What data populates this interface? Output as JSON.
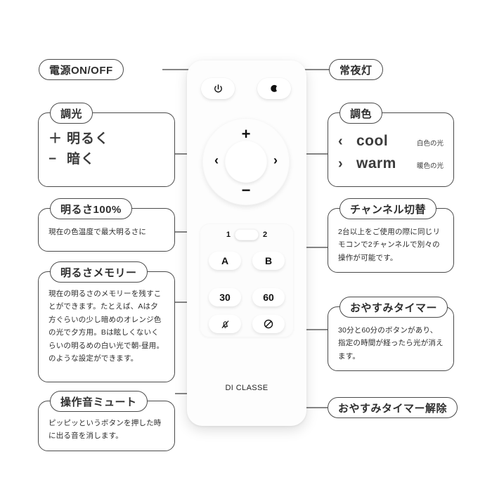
{
  "remote": {
    "brand": "DI CLASSE",
    "buttons": {
      "power": "⏻",
      "nightlight": "☾",
      "dpad_up": "+",
      "dpad_down": "−",
      "dpad_left": "‹",
      "dpad_right": "›",
      "channel_1": "1",
      "channel_2": "2",
      "memory_a": "A",
      "memory_b": "B",
      "timer_30": "30",
      "timer_60": "60",
      "mute": "bell-muted-icon",
      "timer_cancel": "prohibition-icon"
    }
  },
  "callouts": {
    "power": {
      "title": "電源ON/OFF"
    },
    "nightlight": {
      "title": "常夜灯"
    },
    "dimmer": {
      "title": "調光",
      "rows": [
        {
          "sym": "＋",
          "label": "明るく"
        },
        {
          "sym": "−",
          "label": "暗く"
        }
      ]
    },
    "color_temp": {
      "title": "調色",
      "rows": [
        {
          "sym": "‹",
          "word": "cool",
          "sub": "白色の光"
        },
        {
          "sym": "›",
          "word": "warm",
          "sub": "暖色の光"
        }
      ]
    },
    "brightness_max": {
      "title": "明るさ100%",
      "note": "現在の色温度で最大明るさに"
    },
    "brightness_memory": {
      "title": "明るさメモリー",
      "note": "現在の明るさのメモリーを残すことができます。たとえば、Aは夕方ぐらいの少し暗めのオレンジ色の光で夕方用。Bは眩しくないくらいの明るめの白い光で朝-昼用。のような設定ができます。"
    },
    "channel_switch": {
      "title": "チャンネル切替",
      "note": "2台以上をご使用の際に同じリモコンで2チャンネルで別々の操作が可能です。"
    },
    "sleep_timer": {
      "title": "おやすみタイマー",
      "note": "30分と60分のボタンがあり、指定の時間が経ったら光が消えます。"
    },
    "mute": {
      "title": "操作音ミュート",
      "note": "ピッピッというボタンを押した時に出る音を消します。"
    },
    "sleep_timer_cancel": {
      "title": "おやすみタイマー解除"
    }
  },
  "colors": {
    "line": "#3f3f3f",
    "border": "#4a4a4a",
    "text": "#2b2b2b",
    "background": "#ffffff"
  }
}
